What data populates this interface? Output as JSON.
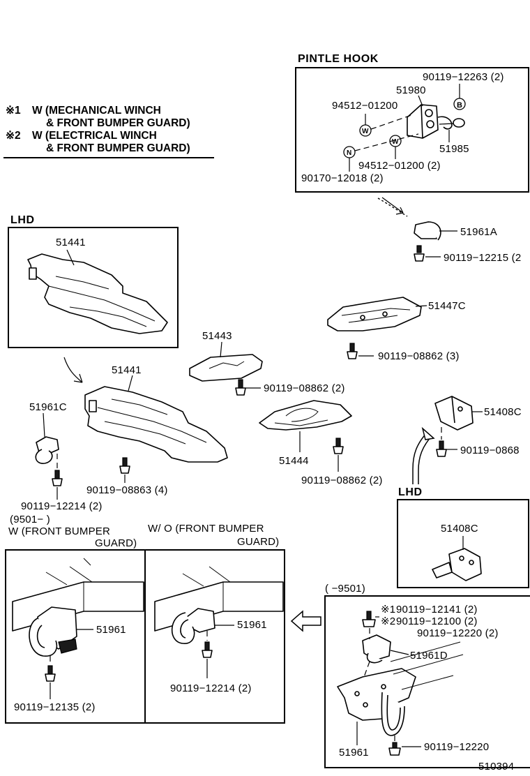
{
  "notes": {
    "note1_marker": "※1",
    "note1_line1": "W (MECHANICAL  WINCH",
    "note1_line2": "& FRONT  BUMPER  GUARD)",
    "note2_marker": "※2",
    "note2_line1": "W (ELECTRICAL  WINCH",
    "note2_line2": "& FRONT  BUMPER  GUARD)"
  },
  "pintle_hook": {
    "title": "PINTLE  HOOK",
    "labels": {
      "bolt_top": "90119−12263 (2)",
      "part_51980": "51980",
      "washer_top": "94512−01200",
      "part_51985": "51985",
      "washer_bottom": "94512−01200 (2)",
      "nut": "90170−12018 (2)",
      "sym_b": "B",
      "sym_w1": "W",
      "sym_w2": "W",
      "sym_n": "N"
    }
  },
  "parts": {
    "p51961A": "51961A",
    "p90119_12215": "90119−12215 (2",
    "p51447C": "51447C",
    "p90119_08862_3": "90119−08862 (3)",
    "p51443": "51443",
    "p90119_08862_2a": "90119−08862 (2)",
    "p51444": "51444",
    "p90119_08862_2b": "90119−08862 (2)",
    "p51408C_right": "51408C",
    "p90119_0868": "90119−0868",
    "p51441_lower": "51441",
    "p51961C": "51961C",
    "p90119_08863": "90119−08863 (4)",
    "p90119_12214_left": "90119−12214 (2)"
  },
  "lhd_box_top": {
    "title": "LHD",
    "part": "51441"
  },
  "lhd_box_right": {
    "title": "LHD",
    "part": "51408C"
  },
  "box_w_guard": {
    "date": "(9501−        )",
    "title_line1": "W (FRONT   BUMPER",
    "title_line2": "GUARD)",
    "part": "51961",
    "bolt": "90119−12135 (2)"
  },
  "box_wo_guard": {
    "title_line1": "W/ O (FRONT   BUMPER",
    "title_line2": "GUARD)",
    "part": "51961",
    "bolt": "90119−12214 (2)"
  },
  "box_bottom_right": {
    "date": "(        −9501)",
    "bolt1_marker": "※1",
    "bolt1": "90119−12141 (2)",
    "bolt2_marker": "※2",
    "bolt2": "90119−12100 (2)",
    "bolt3": "90119−12220 (2)",
    "part_51961D": "51961D",
    "part_51961": "51961",
    "bolt4": "90119−12220"
  },
  "figure_number": "510394"
}
